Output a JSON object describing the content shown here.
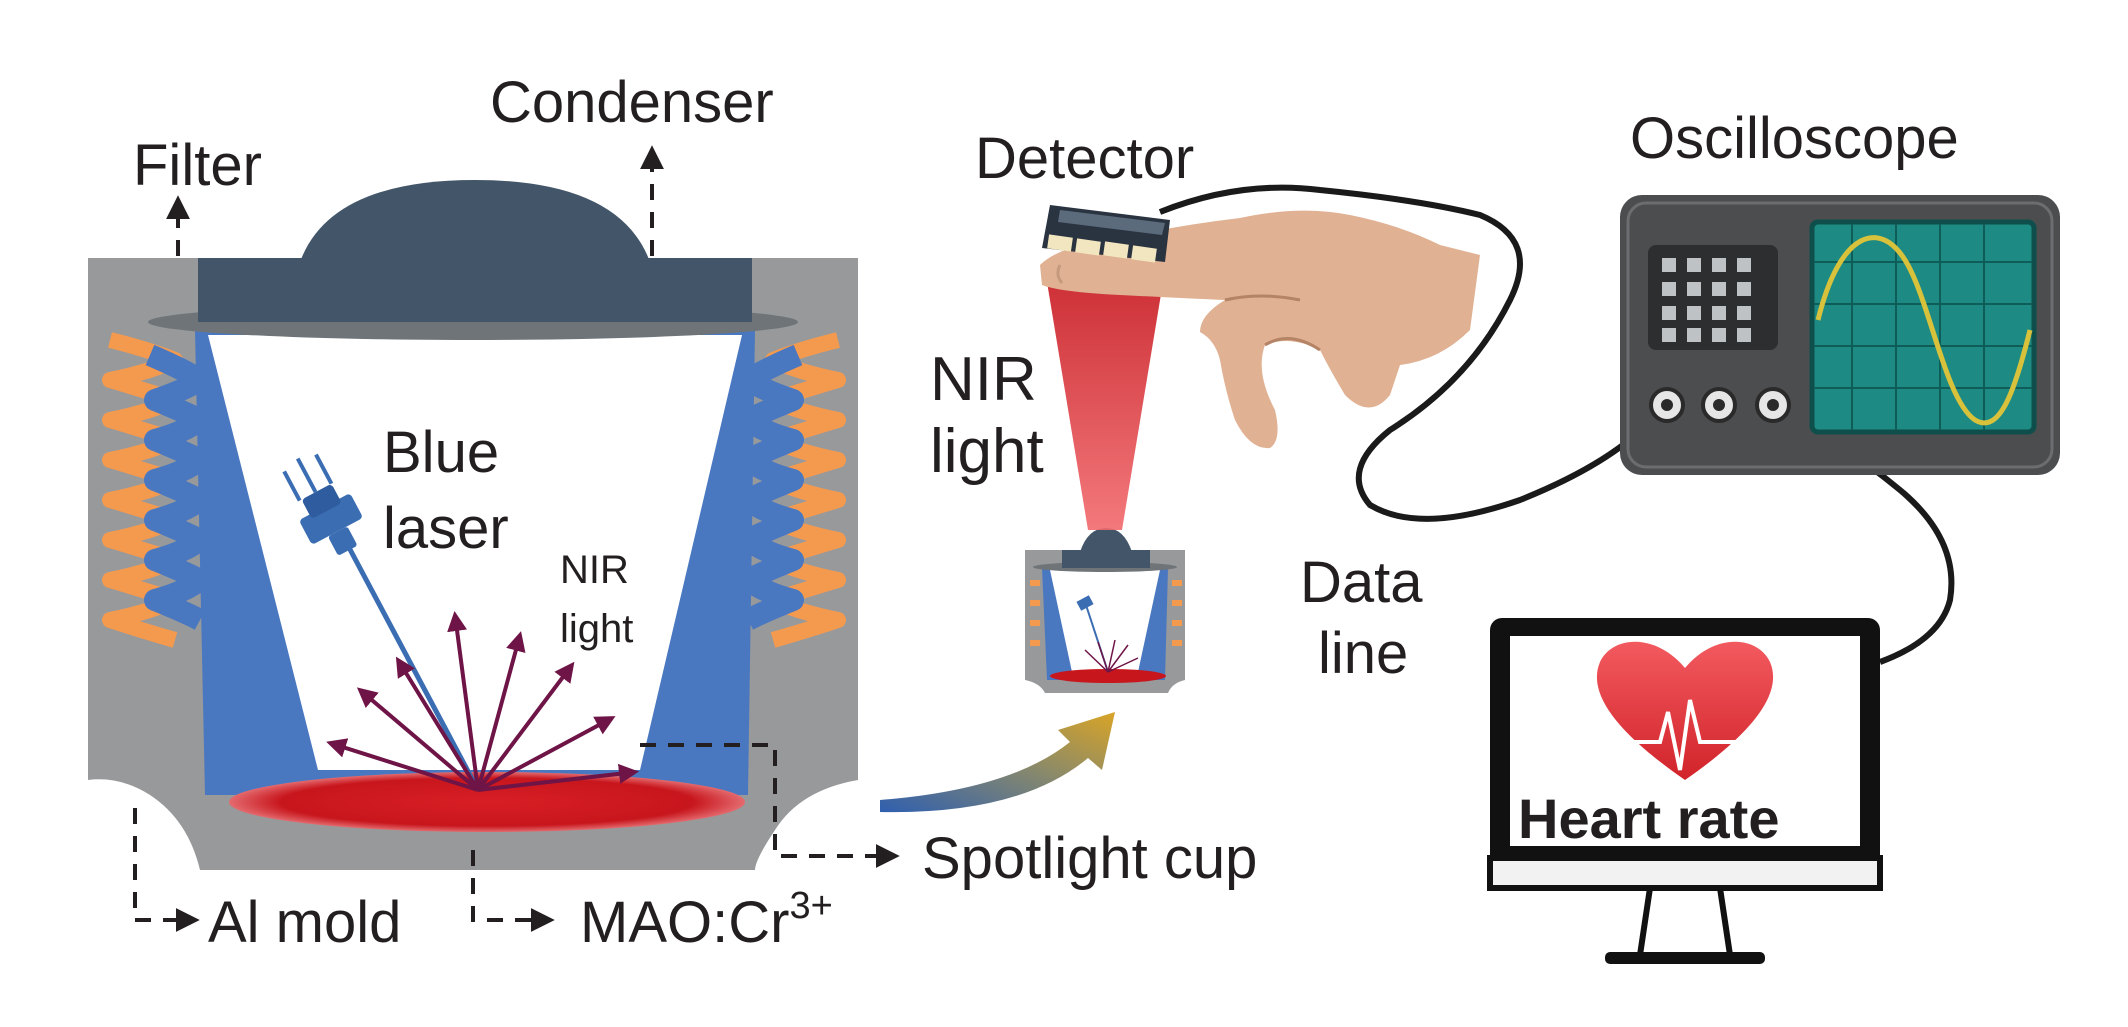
{
  "labels": {
    "condenser": "Condenser",
    "filter": "Filter",
    "blue_laser_line1": "Blue",
    "blue_laser_line2": "laser",
    "nir_small_line1": "NIR",
    "nir_small_line2": "light",
    "al_mold": "Al mold",
    "mao": "MAO:Cr",
    "mao_sup": "3+",
    "spotlight_cup": "Spotlight cup",
    "detector": "Detector",
    "nir_big_line1": "NIR",
    "nir_big_line2": "light",
    "oscilloscope": "Oscilloscope",
    "data_line1": "Data",
    "data_line2": "line",
    "heart_rate": "Heart rate"
  },
  "colors": {
    "text": "#231f20",
    "mold_gray": "#97999b",
    "condenser_navy": "#435669",
    "reflector_blue": "#4a78c0",
    "fin_orange": "#f39a4f",
    "phosphor_red": "#c8161d",
    "nir_arrow": "#6e1446",
    "nir_beam_red": "#d9252b",
    "laser_blue": "#3b6db3",
    "heart_red": "#e63138",
    "scope_body": "#4c4d4f",
    "scope_screen": "#1d8a83",
    "sine_yellow": "#d8c23b",
    "skin": "#e0b192"
  }
}
